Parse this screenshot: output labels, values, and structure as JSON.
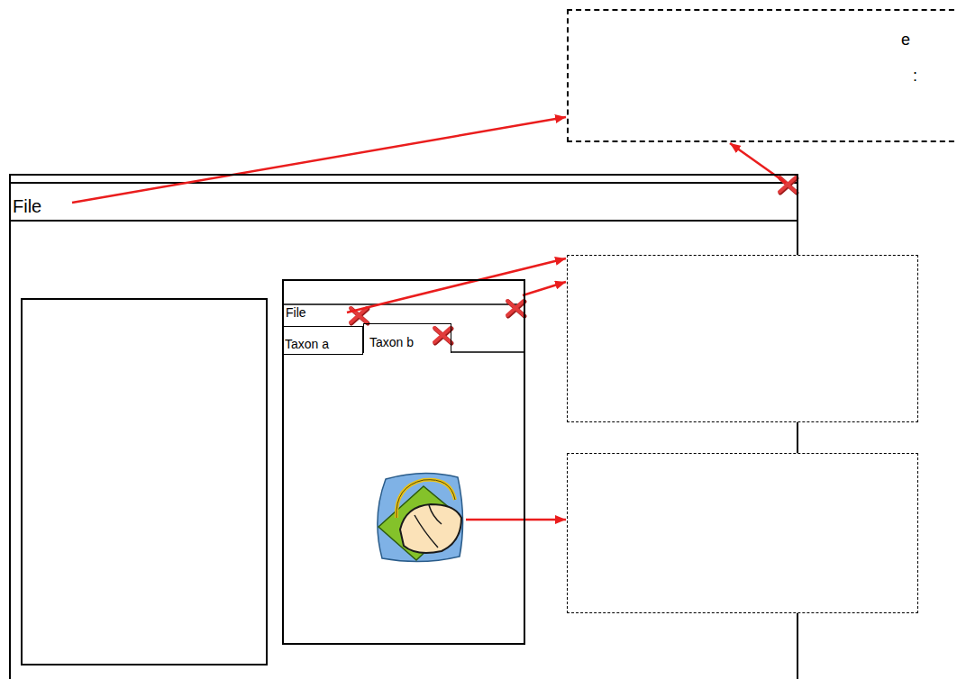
{
  "diagram": {
    "nodes": [
      {
        "text": [
          "e",
          ":"
        ]
      },
      {
        "text": [
          "File"
        ]
      },
      {
        "text": [
          "File"
        ],
        "in": 1
      },
      {
        "text": [
          "Taxon a"
        ],
        "in": 2
      },
      {
        "text": [
          "Taxon b"
        ],
        "in": 2
      },
      {
        "text": []
      },
      {
        "text": []
      }
    ],
    "edges": [
      {
        "from": 1,
        "to": 0,
        "arrow": "to"
      },
      {
        "from": 1,
        "to": 0,
        "arrow": "to"
      },
      {
        "from": 2,
        "to": 5,
        "arrow": "to"
      },
      {
        "from": 2,
        "to": 5,
        "arrow": "to"
      },
      {
        "from": 2,
        "to": 6,
        "arrow": "to"
      }
    ]
  }
}
